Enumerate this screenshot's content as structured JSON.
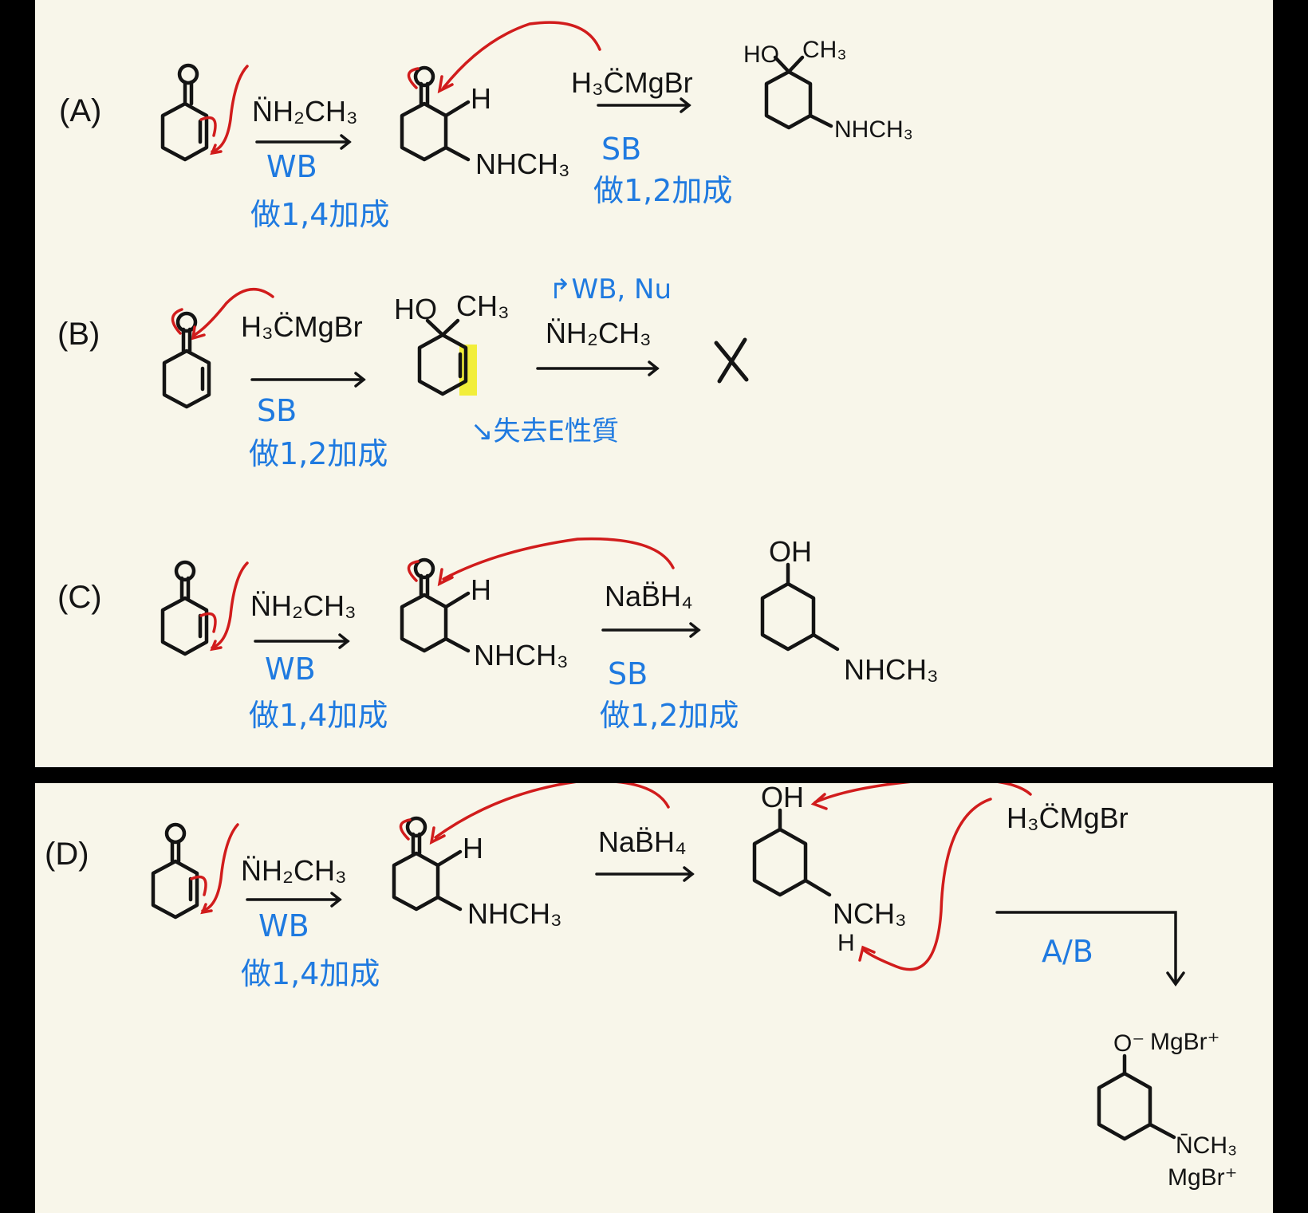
{
  "colors": {
    "ink": "#141414",
    "curly_arrow": "#d11c1c",
    "annotation": "#1f7ae0",
    "highlight": "#f2ee3a",
    "paper": "#f8f6ea"
  },
  "rows": {
    "a": {
      "label": "(A)",
      "reagent1": "N̈H₂CH₃",
      "cond1_type": "WB",
      "cond1_note": "做1,4加成",
      "int_h": "H",
      "int_sub": "NHCH₃",
      "reagent2": "H₃C̈MgBr",
      "cond2_type": "SB",
      "cond2_note": "做1,2加成",
      "prod_ho": "HO",
      "prod_ch3": "CH₃",
      "prod_sub": "NHCH₃"
    },
    "b": {
      "label": "(B)",
      "reagent1": "H₃C̈MgBr",
      "cond1_type": "SB",
      "cond1_note": "做1,2加成",
      "int_ho": "HO",
      "int_ch3": "CH₃",
      "reagent2_top": "↱WB, Nu",
      "reagent2": "N̈H₂CH₃",
      "result": "X",
      "side_note": "↘失去E性質"
    },
    "c": {
      "label": "(C)",
      "reagent1": "N̈H₂CH₃",
      "cond1_type": "WB",
      "cond1_note": "做1,4加成",
      "int_h": "H",
      "int_sub": "NHCH₃",
      "reagent2": "NaB̈H₄",
      "cond2_type": "SB",
      "cond2_note": "做1,2加成",
      "prod_oh": "OH",
      "prod_sub": "NHCH₃"
    },
    "d": {
      "label": "(D)",
      "reagent1": "N̈H₂CH₃",
      "cond1_type": "WB",
      "cond1_note": "做1,4加成",
      "int_h": "H",
      "int_sub": "NHCH₃",
      "reagent2": "NaB̈H₄",
      "int2_oh": "OH",
      "int2_sub": "NCH₃",
      "int2_h": "H",
      "reagent3": "H₃C̈MgBr",
      "cond3": "A/B",
      "prod_o": "O⁻",
      "prod_mg1": "MgBr⁺",
      "prod_n": "N̄CH₃",
      "prod_mg2": "MgBr⁺"
    }
  }
}
